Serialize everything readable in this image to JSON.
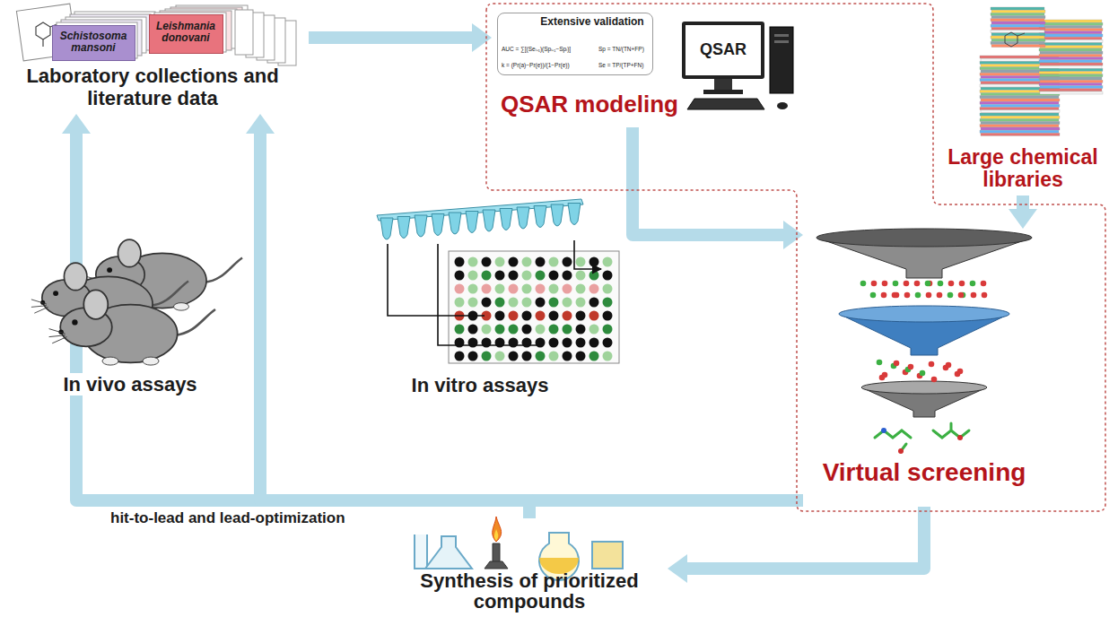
{
  "diagram": {
    "nodes": [
      {
        "text": [
          "Laboratory collections and literature data"
        ]
      },
      {
        "text": [
          "Schistosoma mansoni"
        ],
        "in": 0
      },
      {
        "text": [
          "Leishmania donovani"
        ],
        "in": 0
      },
      {
        "text": [
          "QSAR modeling"
        ]
      },
      {
        "text": [
          "Extensive validation",
          "AUC = ∑[(Seᵢ₊₁)(Spᵢ₊₁−Spᵢ)]",
          "k = (Pr(a)−Pr(e))/(1−Pr(e))",
          "Sp = TN/(TN+FP)",
          "Se = TP/(TP+FN)"
        ],
        "in": 3
      },
      {
        "text": [
          "QSAR"
        ],
        "in": 3
      },
      {
        "text": [
          "Large chemical libraries"
        ]
      },
      {
        "text": [
          "Virtual screening"
        ]
      },
      {
        "text": [
          "In vivo assays"
        ]
      },
      {
        "text": [
          "In vitro assays"
        ]
      },
      {
        "text": [
          "Synthesis of prioritized compounds"
        ]
      }
    ],
    "edges": [
      {
        "from": 0,
        "to": 3,
        "arrow": "to"
      },
      {
        "from": 3,
        "to": 7,
        "arrow": "to"
      },
      {
        "from": 6,
        "to": 7,
        "arrow": "to"
      },
      {
        "from": 7,
        "to": 10,
        "arrow": "to"
      },
      {
        "from": 7,
        "to": 0,
        "arrow": "to",
        "label": "hit-to-lead and lead-optimization"
      },
      {
        "from": 10,
        "to": 0,
        "arrow": "to"
      }
    ]
  }
}
